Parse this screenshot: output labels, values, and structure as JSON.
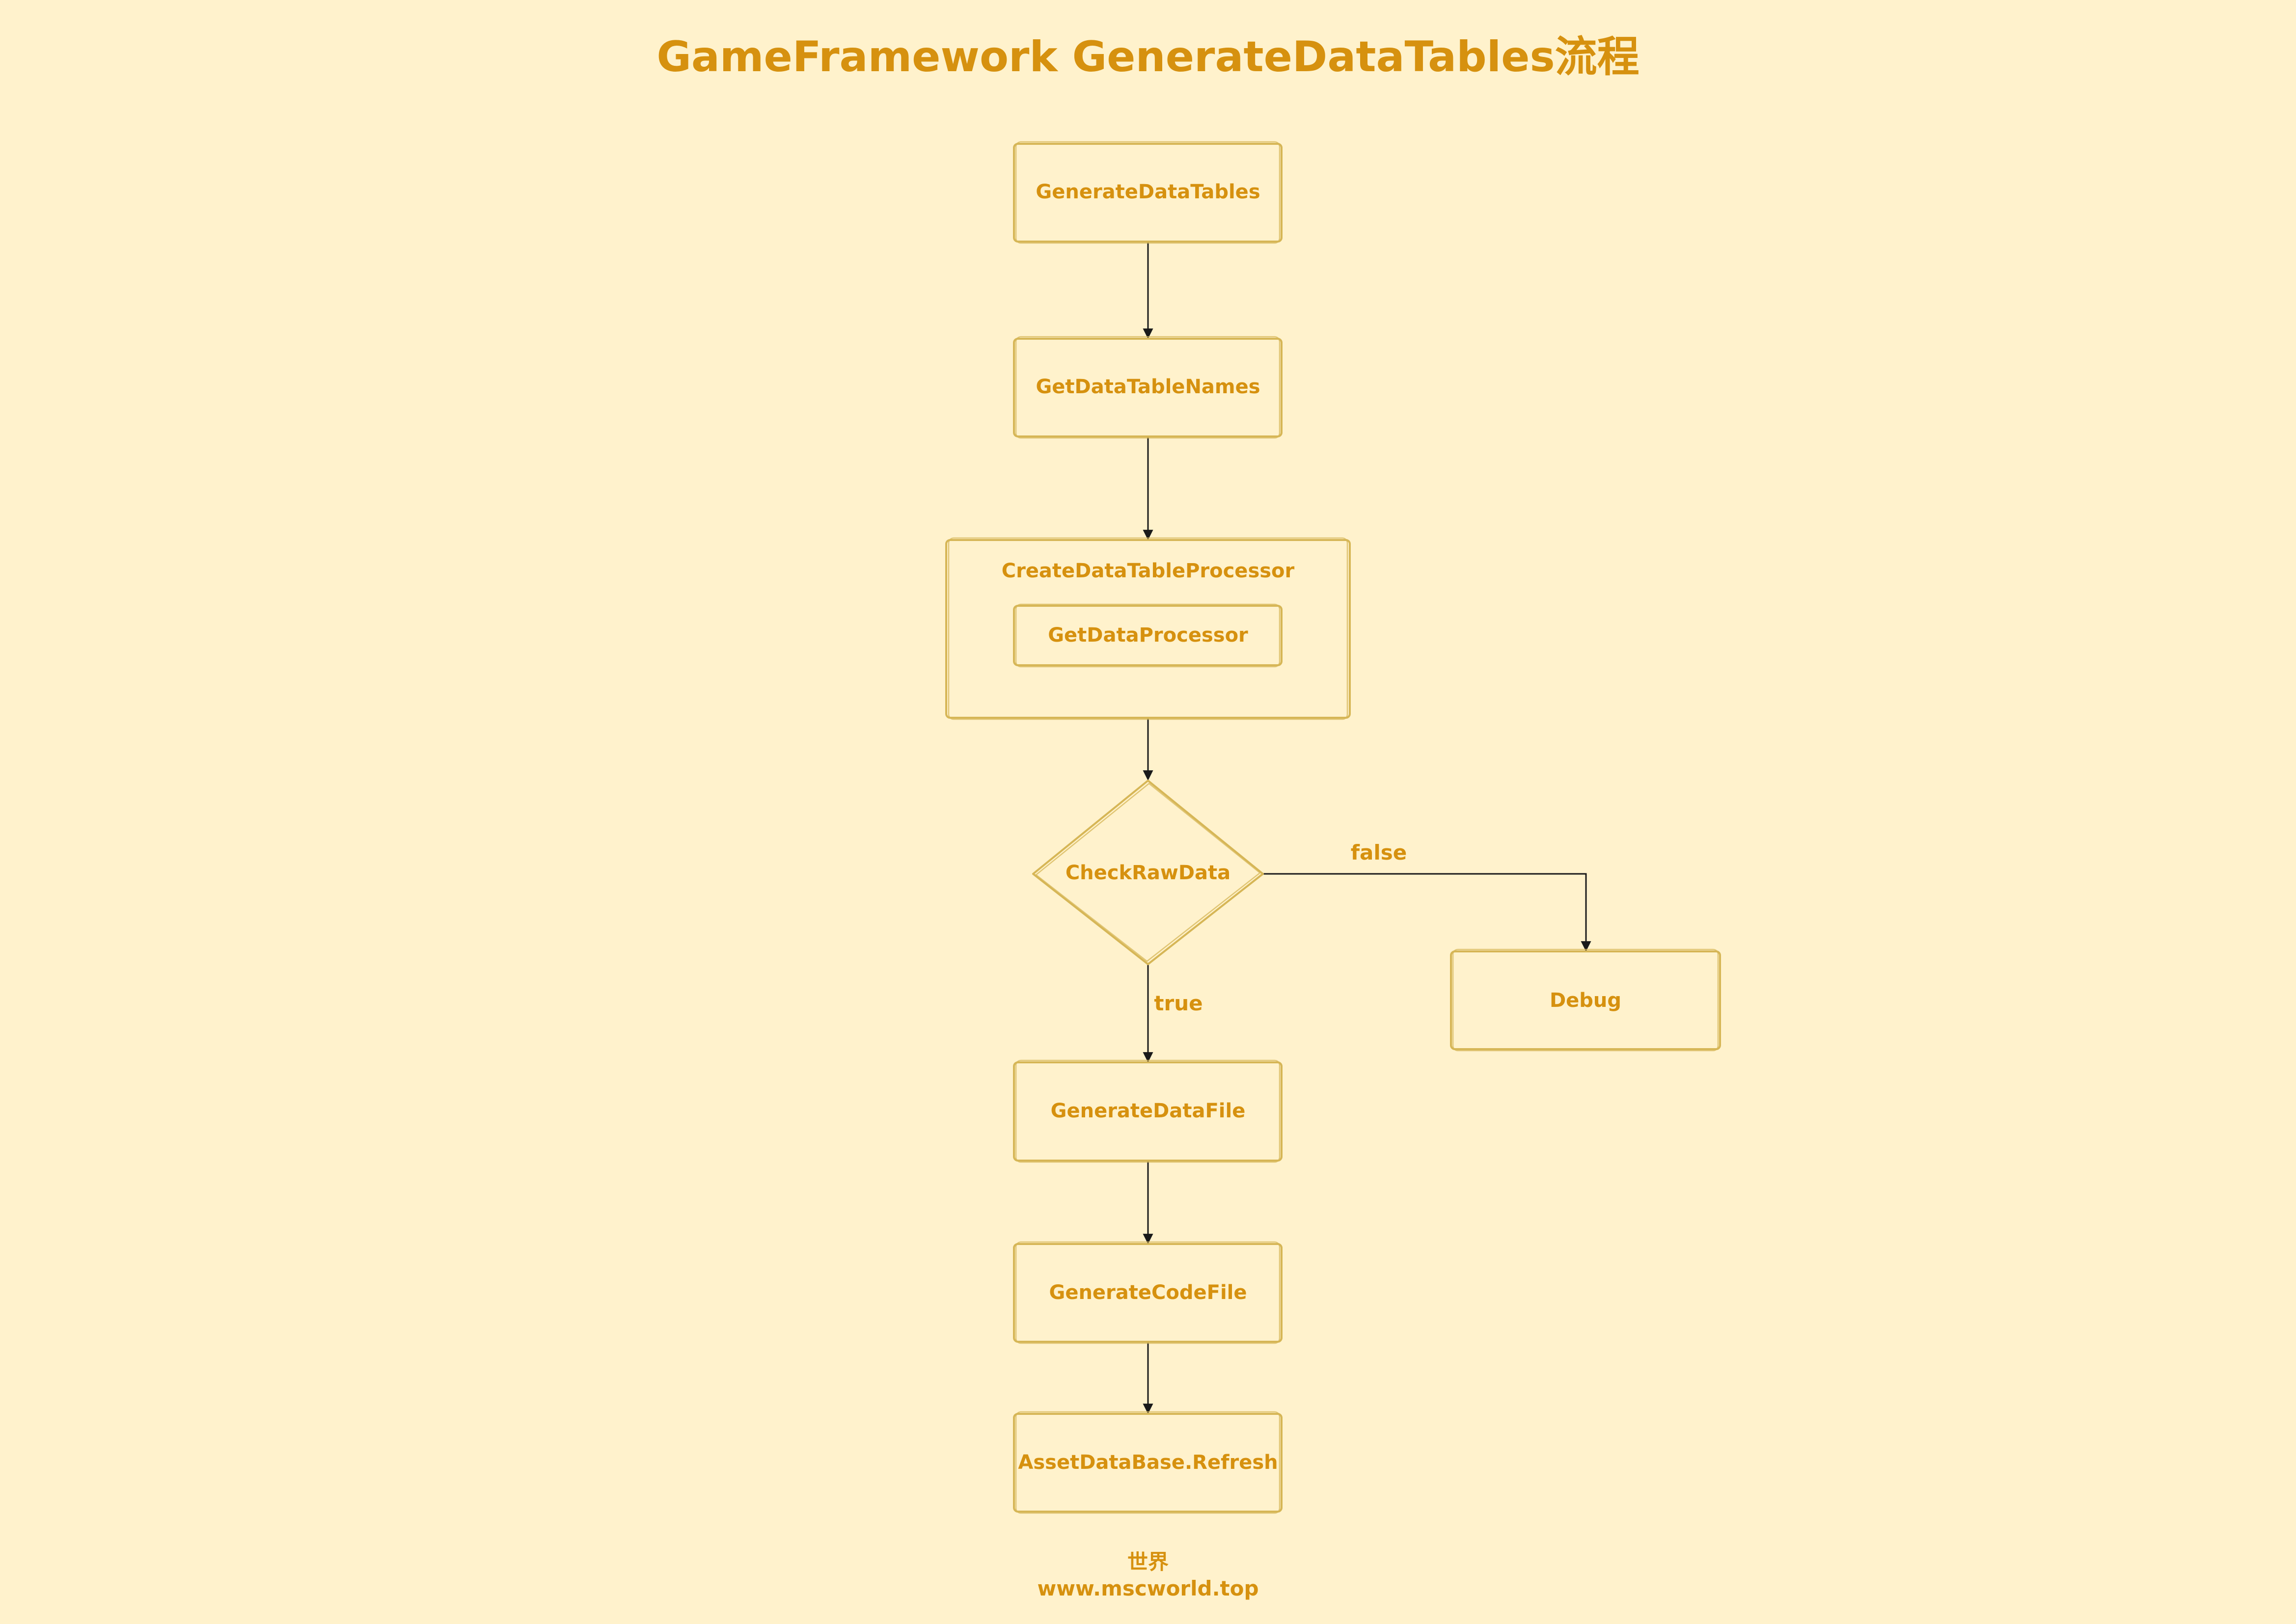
{
  "title": "GameFramework GenerateDataTables流程",
  "nodes": {
    "generate_data_tables": "GenerateDataTables",
    "get_data_table_names": "GetDataTableNames",
    "create_data_table_processor": "CreateDataTableProcessor",
    "get_data_processor": "GetDataProcessor",
    "check_raw_data": "CheckRawData",
    "debug": "Debug",
    "generate_data_file": "GenerateDataFile",
    "generate_code_file": "GenerateCodeFile",
    "asset_database_refresh": "AssetDataBase.Refresh"
  },
  "edges": {
    "false_label": "false",
    "true_label": "true"
  },
  "footer": {
    "line1": "世界",
    "line2": "www.mscworld.top"
  },
  "colors": {
    "background": "#fff2cc",
    "box_stroke": "#d6b656",
    "text": "#d6910f",
    "edge": "#1a1a1a"
  }
}
